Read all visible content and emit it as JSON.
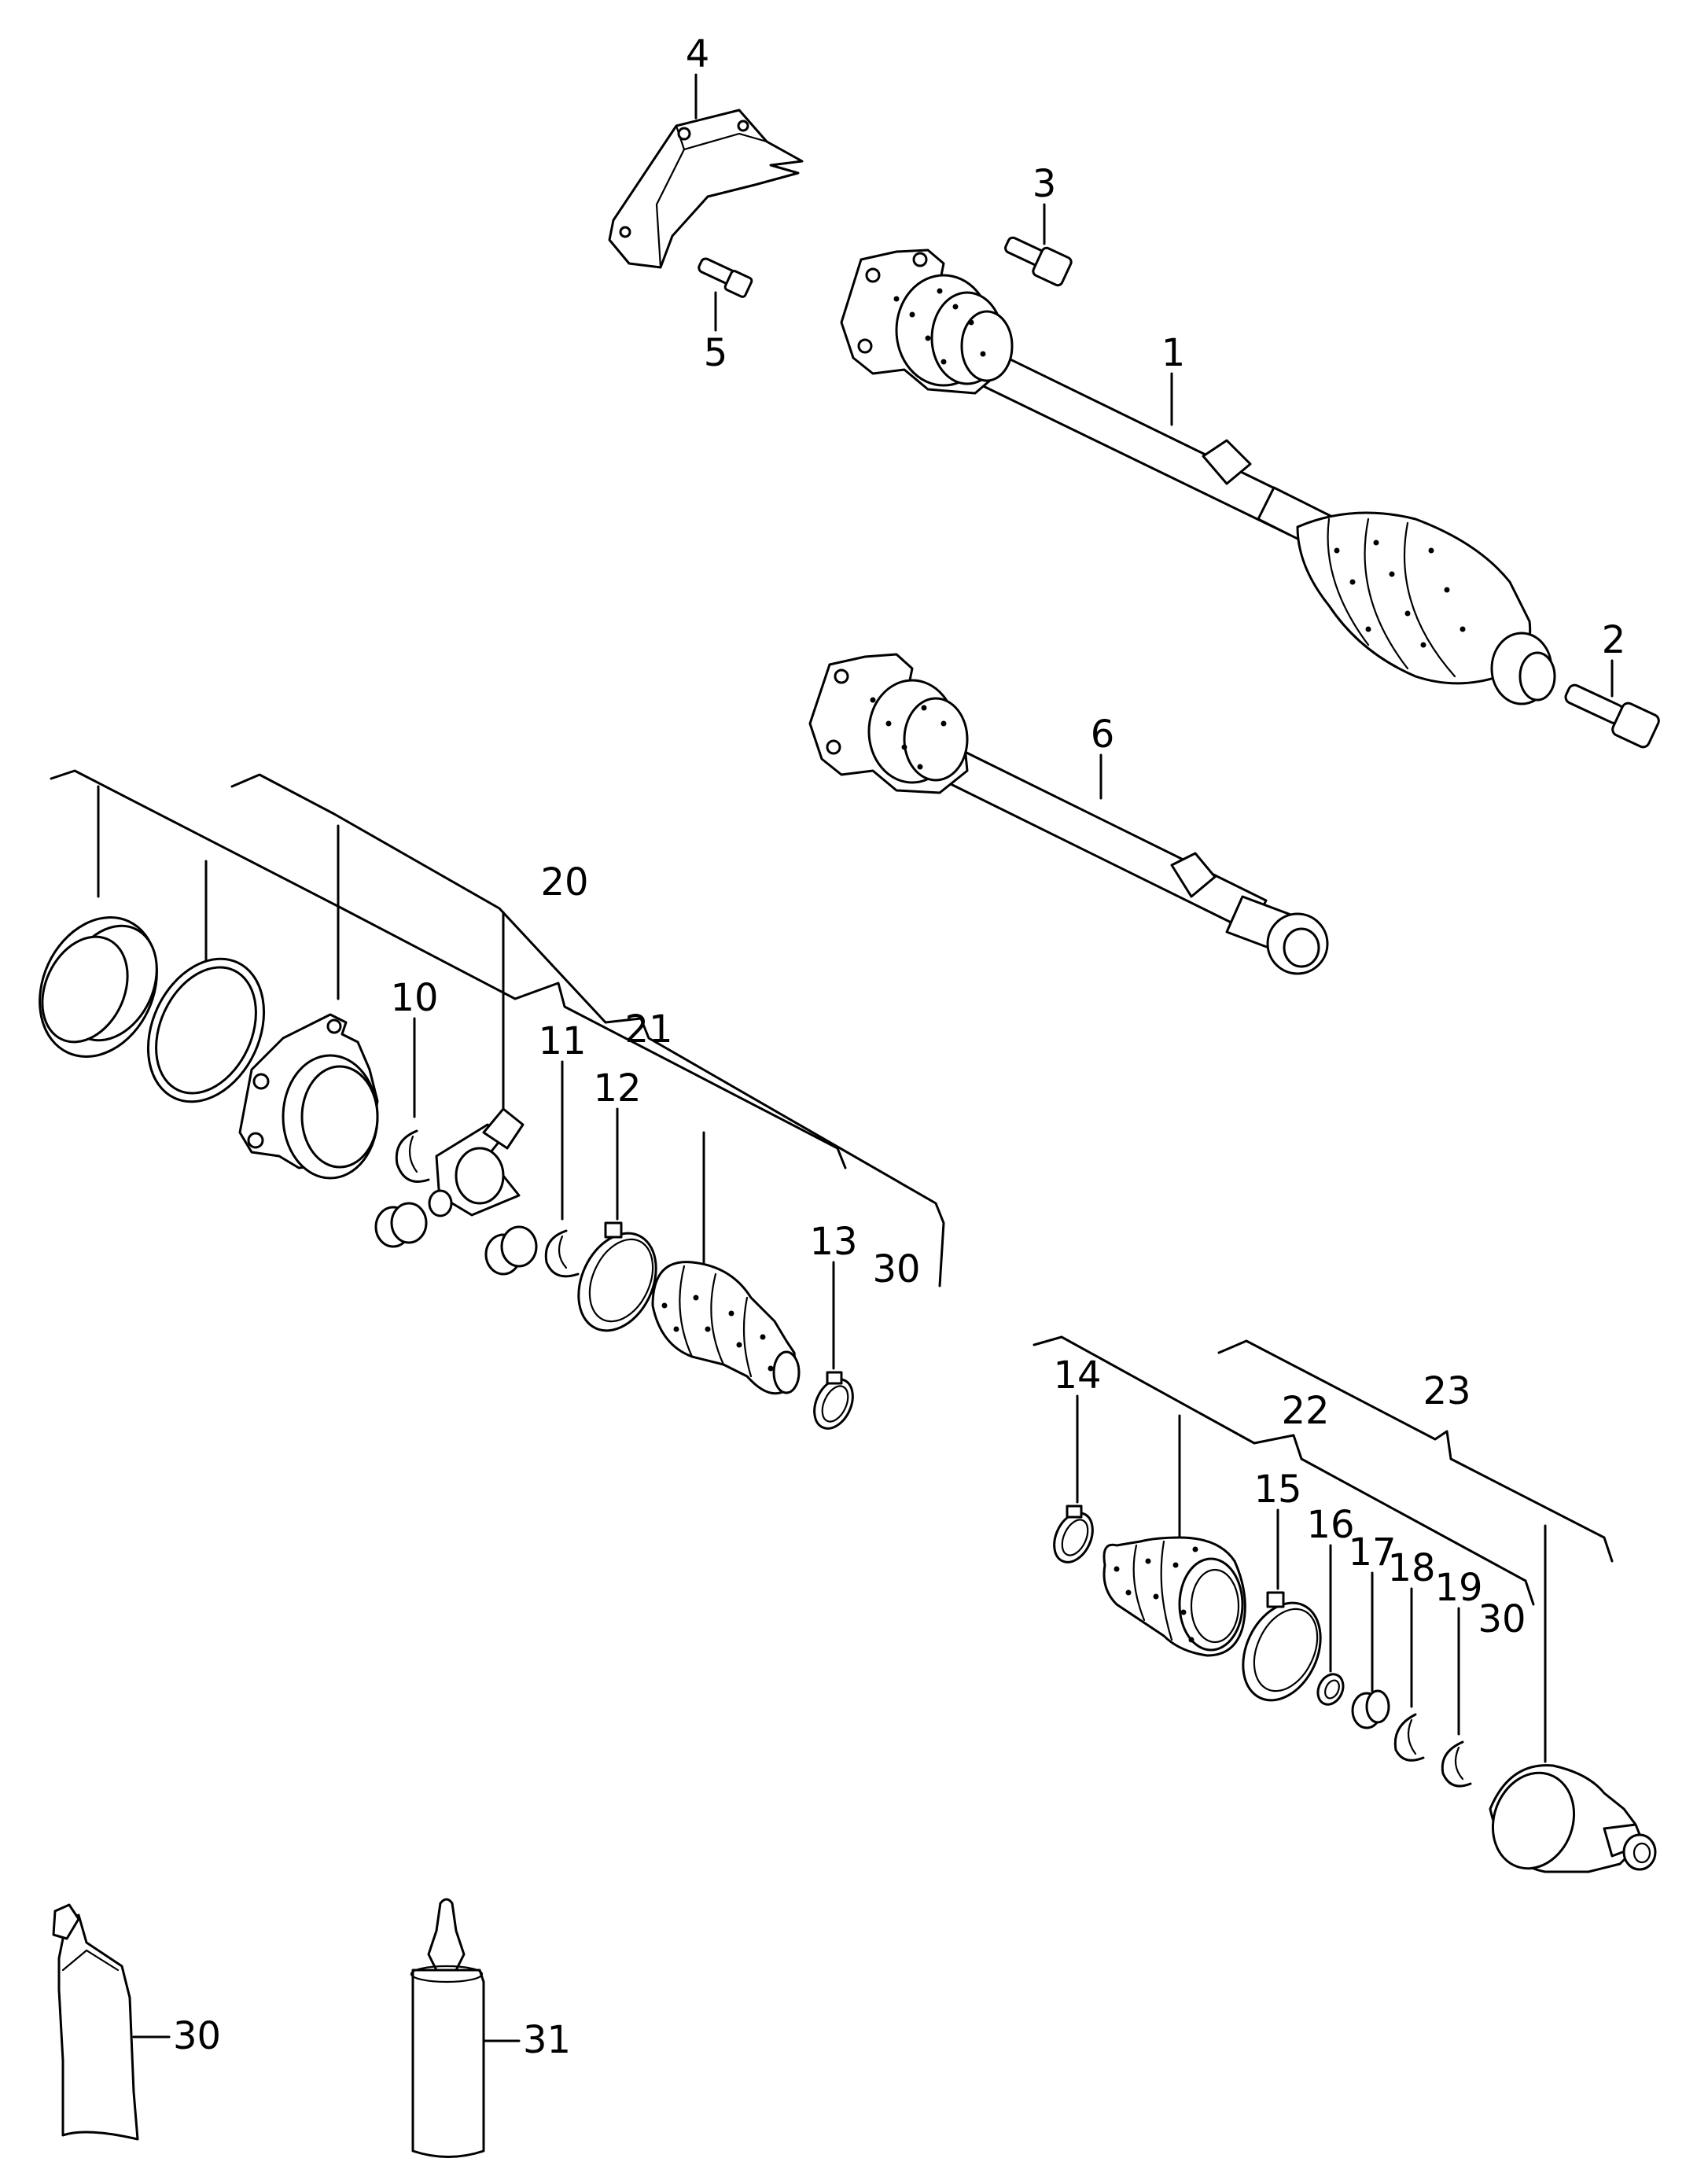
{
  "labels": {
    "p1": "1",
    "p2": "2",
    "p3": "3",
    "p4": "4",
    "p5": "5",
    "p6": "6",
    "p10": "10",
    "p11": "11",
    "p12": "12",
    "p13": "13",
    "p14": "14",
    "p15": "15",
    "p16": "16",
    "p17": "17",
    "p18": "18",
    "p19": "19",
    "p20": "20",
    "p21": "21",
    "p22": "22",
    "p23": "23",
    "p30a": "30",
    "p30b": "30",
    "p30c": "30",
    "p31": "31"
  }
}
